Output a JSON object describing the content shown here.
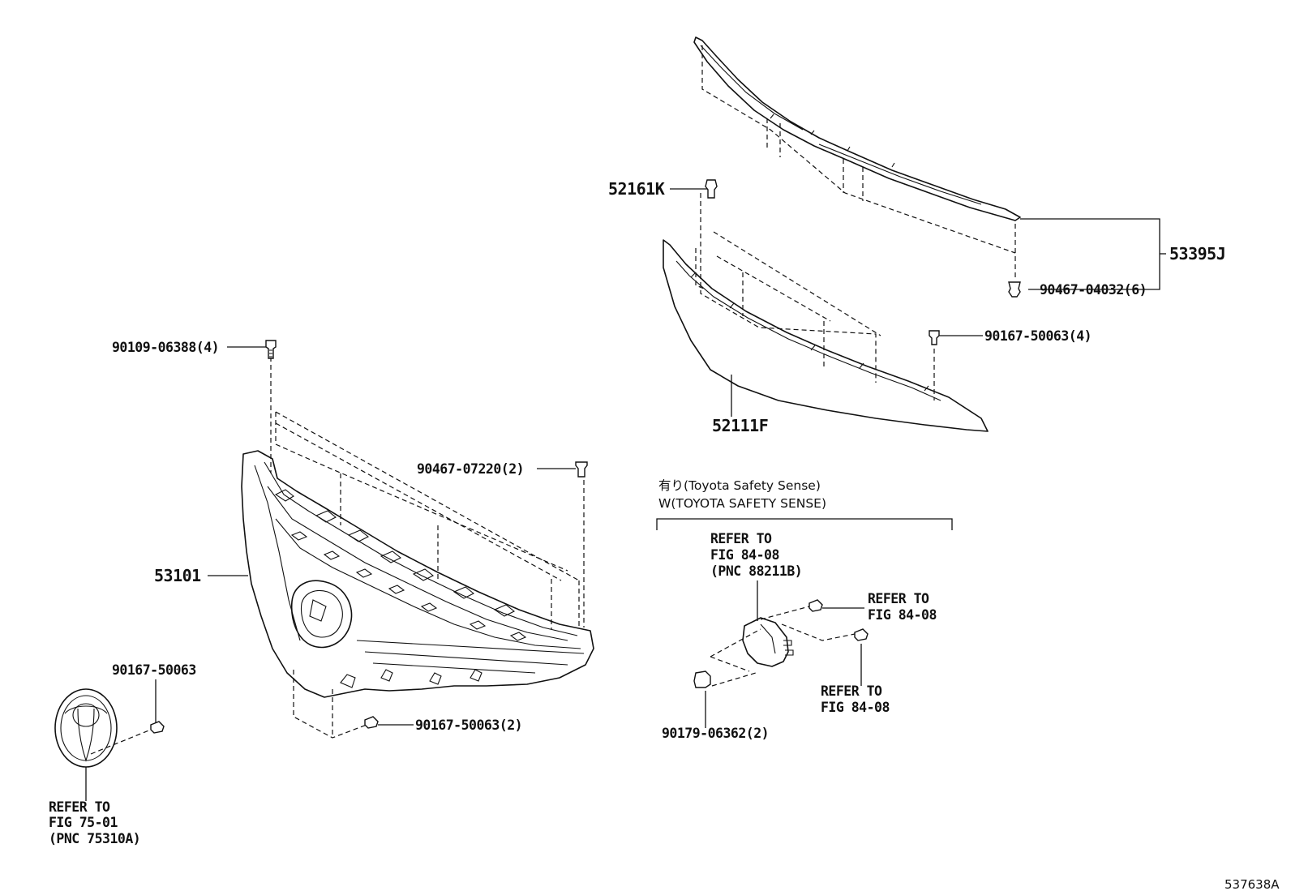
{
  "labels": {
    "p53395J": "53395J",
    "p52161K": "52161K",
    "p90467_04032": "90467-04032(6)",
    "p90167_50063_4": "90167-50063(4)",
    "p52111F": "52111F",
    "p90109_06388": "90109-06388(4)",
    "p90467_07220": "90467-07220(2)",
    "p53101": "53101",
    "p90167_50063": "90167-50063",
    "p90167_50063_2": "90167-50063(2)",
    "p90179_06362": "90179-06362(2)",
    "diagram_id": "537638A"
  },
  "safety_sense": {
    "jp": "有り(Toyota Safety Sense)",
    "en": "W(TOYOTA SAFETY SENSE)"
  },
  "refers": {
    "emblem": [
      "REFER TO",
      "FIG 75-01",
      "(PNC 75310A)"
    ],
    "sensor": [
      "REFER TO",
      "FIG 84-08",
      "(PNC 88211B)"
    ],
    "screw_top": [
      "REFER TO",
      "FIG 84-08"
    ],
    "screw_bottom": [
      "REFER TO",
      "FIG 84-08"
    ]
  }
}
